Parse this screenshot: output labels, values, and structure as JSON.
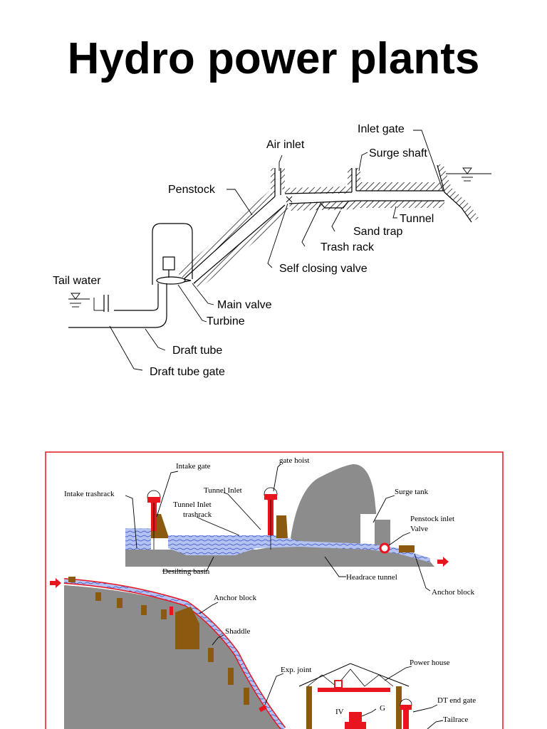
{
  "title": "Hydro power plants",
  "diagram1": {
    "labels": {
      "inlet_gate": "Inlet gate",
      "air_inlet": "Air inlet",
      "surge_shaft": "Surge shaft",
      "penstock": "Penstock",
      "tunnel": "Tunnel",
      "sand_trap": "Sand trap",
      "trash_rack": "Trash rack",
      "self_closing_valve": "Self closing valve",
      "tail_water": "Tail water",
      "main_valve": "Main valve",
      "turbine": "Turbine",
      "draft_tube": "Draft tube",
      "draft_tube_gate": "Draft tube gate"
    }
  },
  "diagram2": {
    "labels": {
      "intake_gate": "Intake gate",
      "gate_hoist": "gate hoist",
      "intake_trashrack": "Intake trashrack",
      "tunnel_inlet": "Tunnel Inlet",
      "tunnel_inlet_trashrack_1": "Tunnel Inlet",
      "tunnel_inlet_trashrack_2": "trashrack",
      "surge_tank": "Surge tank",
      "penstock_inlet_valve_1": "Penstock inlet",
      "penstock_inlet_valve_2": "Valve",
      "desilting_basin": "Desilting basin",
      "headrace_tunnel": "Headrace tunnel",
      "anchor_block_right": "Anchor block",
      "anchor_block": "Anchor block",
      "shaddle": "Shaddle",
      "exp_joint": "Exp. joint",
      "power_house": "Power house",
      "dt_end_gate": "DT end gate",
      "tailrace": "Tailrace",
      "iv": "IV",
      "g": "G"
    },
    "colors": {
      "rock": "#8c8c8c",
      "concrete": "#8b5a10",
      "water": "#a8b8f0",
      "accent": "#e8141e",
      "frame": "#e8141e"
    }
  }
}
